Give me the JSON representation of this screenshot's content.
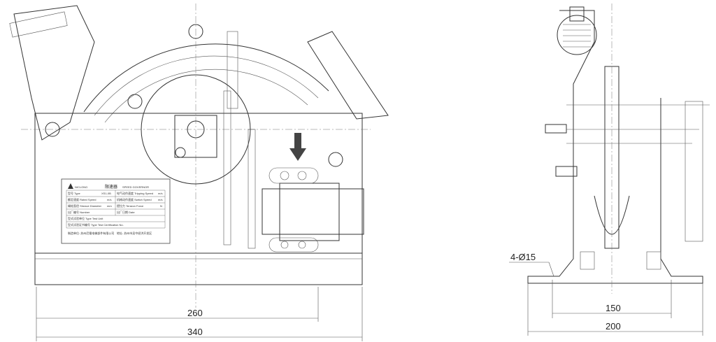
{
  "front_view": {
    "dimensions": {
      "inner_width": "260",
      "overall_width": "340"
    },
    "nameplate": {
      "brand": "NICLONG",
      "title_cn": "限速器",
      "title_en": "SPEED GOVERNOR",
      "rows_left": [
        {
          "label": "型号 Type",
          "value": "XS1-0B"
        },
        {
          "label": "额定速度 Rated Speed",
          "value": "m/s"
        },
        {
          "label": "绳轮直径 Sheave Diameter",
          "value": "mm"
        },
        {
          "label": "出厂编号 Number",
          "value": ""
        },
        {
          "label": "型式试验单位 Type Test Unit",
          "value": ""
        },
        {
          "label": "型式试验证书编号 Type Test Certification No.",
          "value": ""
        }
      ],
      "rows_right": [
        {
          "label": "电气动作速度 Tripping Speed",
          "value": "m/s"
        },
        {
          "label": "机械动作速度 Switch Speed",
          "value": "m/s"
        },
        {
          "label": "提拉力 Tension Force",
          "value": "N"
        },
        {
          "label": "出厂日期 Date",
          "value": ""
        }
      ],
      "manufacturer": "制造单位: 苏州尼隆电梯部件有限公司",
      "address": "地址: 苏州市吴中经济开发区"
    }
  },
  "side_view": {
    "dimensions": {
      "hole_spec": "4-Ø15",
      "hole_spacing": "150",
      "overall_width": "200"
    }
  }
}
